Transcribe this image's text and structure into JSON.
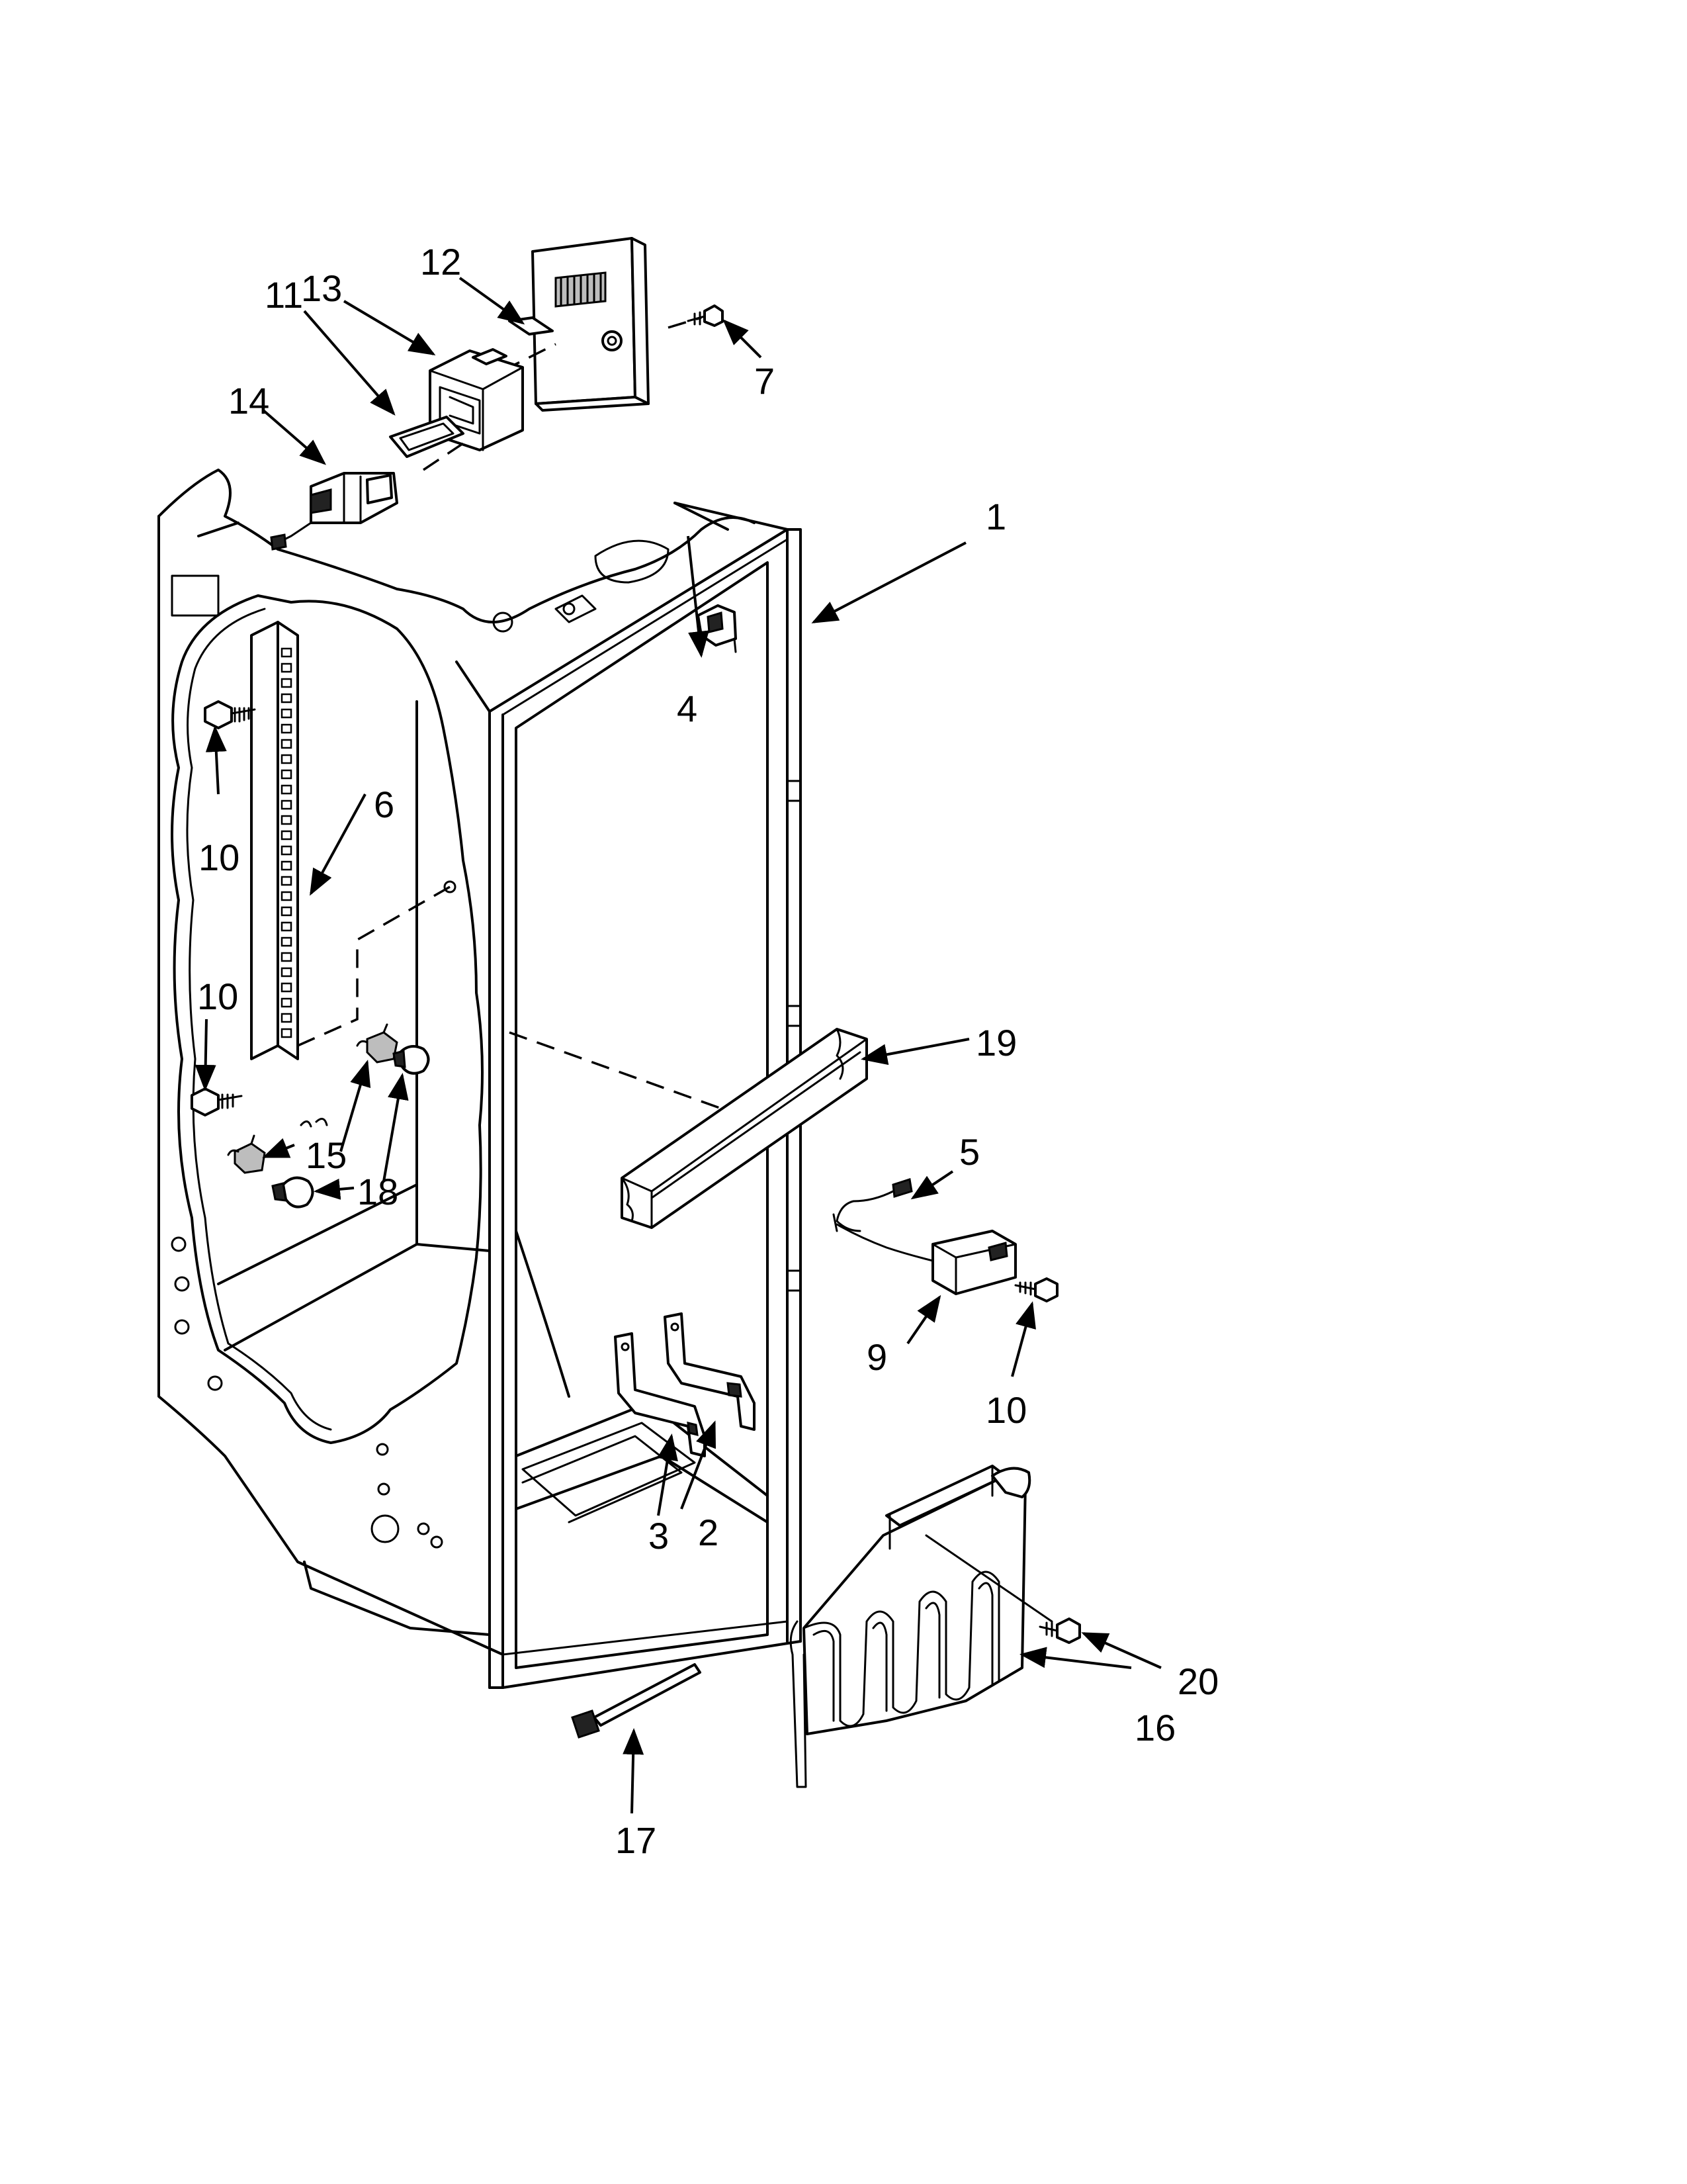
{
  "callouts": [
    {
      "id": "c1",
      "label": "1"
    },
    {
      "id": "c2",
      "label": "2"
    },
    {
      "id": "c3",
      "label": "3"
    },
    {
      "id": "c4",
      "label": "4"
    },
    {
      "id": "c5",
      "label": "5"
    },
    {
      "id": "c6",
      "label": "6"
    },
    {
      "id": "c7",
      "label": "7"
    },
    {
      "id": "c9",
      "label": "9"
    },
    {
      "id": "c10a",
      "label": "10"
    },
    {
      "id": "c10b",
      "label": "10"
    },
    {
      "id": "c10c",
      "label": "10"
    },
    {
      "id": "c11",
      "label": "11"
    },
    {
      "id": "c12",
      "label": "12"
    },
    {
      "id": "c13",
      "label": "13"
    },
    {
      "id": "c14",
      "label": "14"
    },
    {
      "id": "c15",
      "label": "15"
    },
    {
      "id": "c16",
      "label": "16"
    },
    {
      "id": "c17",
      "label": "17"
    },
    {
      "id": "c18",
      "label": "18"
    },
    {
      "id": "c19",
      "label": "19"
    },
    {
      "id": "c20",
      "label": "20"
    }
  ]
}
